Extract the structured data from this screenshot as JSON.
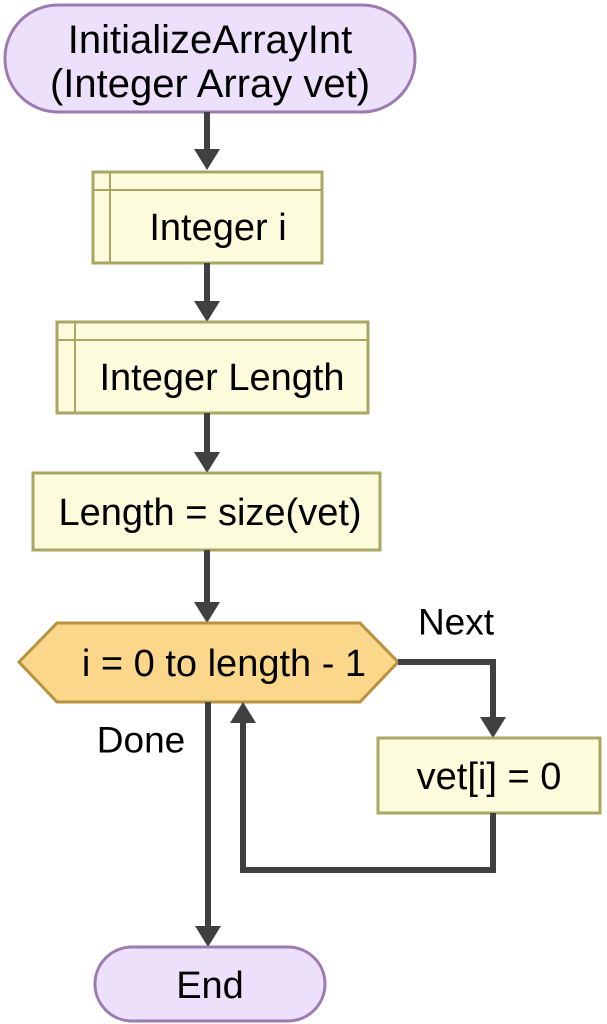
{
  "diagram": {
    "kind": "flowgorithm-style flowchart",
    "nodes": {
      "start": {
        "shape": "terminator",
        "line1": "InitializeArrayInt",
        "line2": "(Integer Array vet)"
      },
      "declare_i": {
        "shape": "declare",
        "label": "Integer i"
      },
      "declare_length": {
        "shape": "declare",
        "label": "Integer Length"
      },
      "assign_length": {
        "shape": "assign",
        "label": "Length = size(vet)"
      },
      "for_loop": {
        "shape": "loop-hexagon",
        "label": "i = 0 to length - 1"
      },
      "assign_vet": {
        "shape": "assign",
        "label": "vet[i] = 0"
      },
      "end": {
        "shape": "terminator",
        "label": "End"
      }
    },
    "edge_labels": {
      "next": "Next",
      "done": "Done"
    },
    "colors": {
      "background": "#FFFFFF",
      "terminator_fill": "#EDE0FA",
      "terminator_stroke": "#9C7BB0",
      "declare_fill": "#FCFCDC",
      "declare_stroke": "#A9A763",
      "loop_fill": "#FBD78C",
      "loop_stroke": "#B8923F",
      "connector": "#404040",
      "text": "#000000"
    }
  }
}
